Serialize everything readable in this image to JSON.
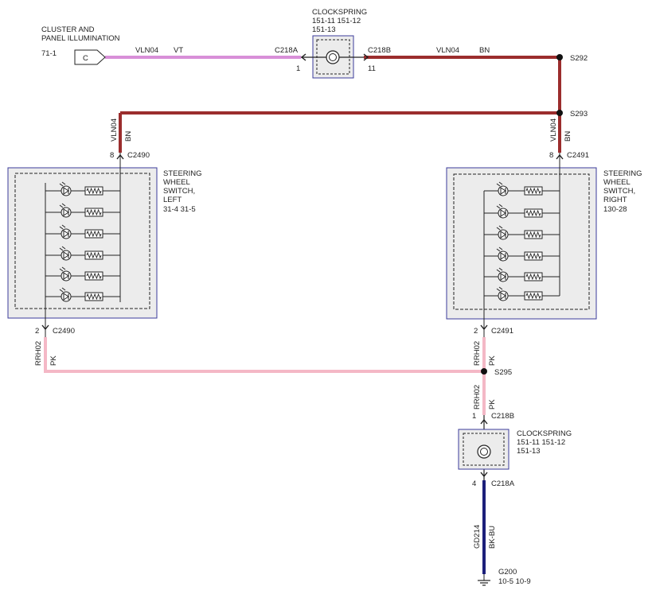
{
  "colors": {
    "violet_wire": "#d88fd8",
    "brown_wire": "#9b2d2d",
    "pink_wire": "#f4b8c6",
    "blackblue_wire": "#1c1f7a",
    "box_border": "#3b3b9b",
    "box_fill": "#ececec",
    "ink": "#222222"
  },
  "icons": {
    "connector_arrow": "chevron-arrow-icon",
    "splice": "splice-dot-icon",
    "ground": "ground-symbol-icon",
    "lamp": "lamp-icon",
    "resistor": "resistor-icon",
    "clockspring": "clockspring-icon"
  },
  "cluster": {
    "title_line1": "CLUSTER AND",
    "title_line2": "PANEL ILLUMINATION",
    "ref": "71-1",
    "connector_letter": "C"
  },
  "clockspring_top": {
    "title": "CLOCKSPRING",
    "refs_line1": "151-11   151-12",
    "refs_line2": "151-13",
    "left_connector": "C218A",
    "left_pin": "1",
    "right_connector": "C218B",
    "right_pin": "11"
  },
  "wires": {
    "top_left_circuit": "VLN04",
    "top_left_color": "VT",
    "top_right_circuit": "VLN04",
    "top_right_color": "BN",
    "left_drop_circuit": "VLN04",
    "left_drop_color": "BN",
    "right_drop_circuit": "VLN04",
    "right_drop_color": "BN",
    "left_bottom_circuit": "RRH02",
    "left_bottom_color": "PK",
    "right_bottom_circuit": "RRH02",
    "right_bottom_color": "PK",
    "lower_circuit": "RRH02",
    "lower_color": "PK",
    "ground_circuit": "GD214",
    "ground_color": "BK-BU"
  },
  "splices": {
    "s292": "S292",
    "s293": "S293",
    "s295": "S295"
  },
  "switch_left": {
    "title_line1": "STEERING",
    "title_line2": "WHEEL",
    "title_line3": "SWITCH,",
    "title_line4": "LEFT",
    "refs": "31-4   31-5",
    "top_pin": "8",
    "top_connector": "C2490",
    "bottom_pin": "2",
    "bottom_connector": "C2490"
  },
  "switch_right": {
    "title_line1": "STEERING",
    "title_line2": "WHEEL",
    "title_line3": "SWITCH,",
    "title_line4": "RIGHT",
    "refs": "130-28",
    "top_pin": "8",
    "top_connector": "C2491",
    "bottom_pin": "2",
    "bottom_connector": "C2491"
  },
  "clockspring_bottom": {
    "title": "CLOCKSPRING",
    "refs_line1": "151-11   151-12",
    "refs_line2": "151-13",
    "top_pin": "1",
    "top_connector": "C218B",
    "bottom_pin": "4",
    "bottom_connector": "C218A"
  },
  "ground": {
    "name": "G200",
    "refs": "10-5    10-9"
  }
}
